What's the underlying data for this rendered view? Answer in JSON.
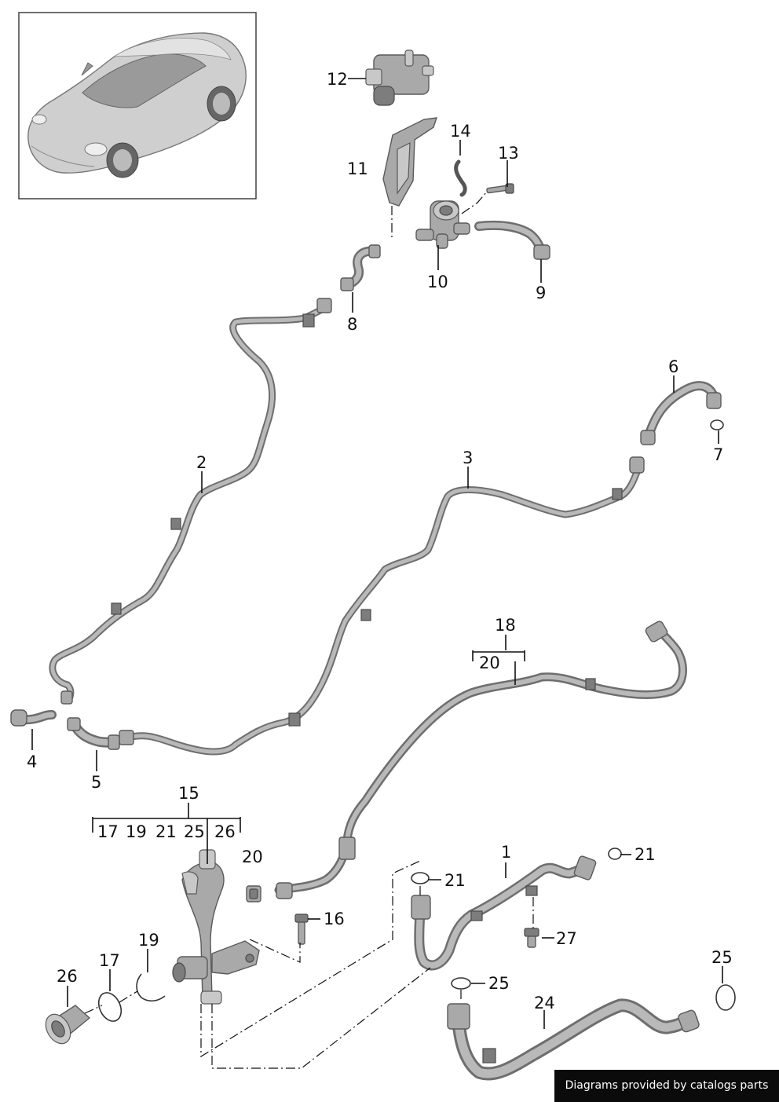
{
  "callouts": {
    "c1": "1",
    "c2": "2",
    "c3": "3",
    "c4": "4",
    "c5": "5",
    "c6": "6",
    "c7": "7",
    "c8": "8",
    "c9": "9",
    "c10": "10",
    "c11": "11",
    "c12": "12",
    "c13": "13",
    "c14": "14",
    "c15": "15",
    "c16": "16",
    "c18": "18",
    "c20a": "20",
    "c20b": "20",
    "c17": "17",
    "c19": "19",
    "c21a": "21",
    "c21b": "21",
    "c24": "24",
    "c25a": "25",
    "c25b": "25",
    "c26": "26",
    "c27": "27"
  },
  "groups": {
    "group15": [
      "17",
      "19",
      "21",
      "25",
      "26"
    ],
    "group18": [
      "20"
    ]
  },
  "credit": "Diagrams provided by catalogs parts",
  "colors": {
    "hose_outline": "#6e6e6e",
    "hose_fill": "#b9b9b9",
    "line": "#111111",
    "credit_bg": "#0b0b0b",
    "credit_text": "#ffffff"
  }
}
